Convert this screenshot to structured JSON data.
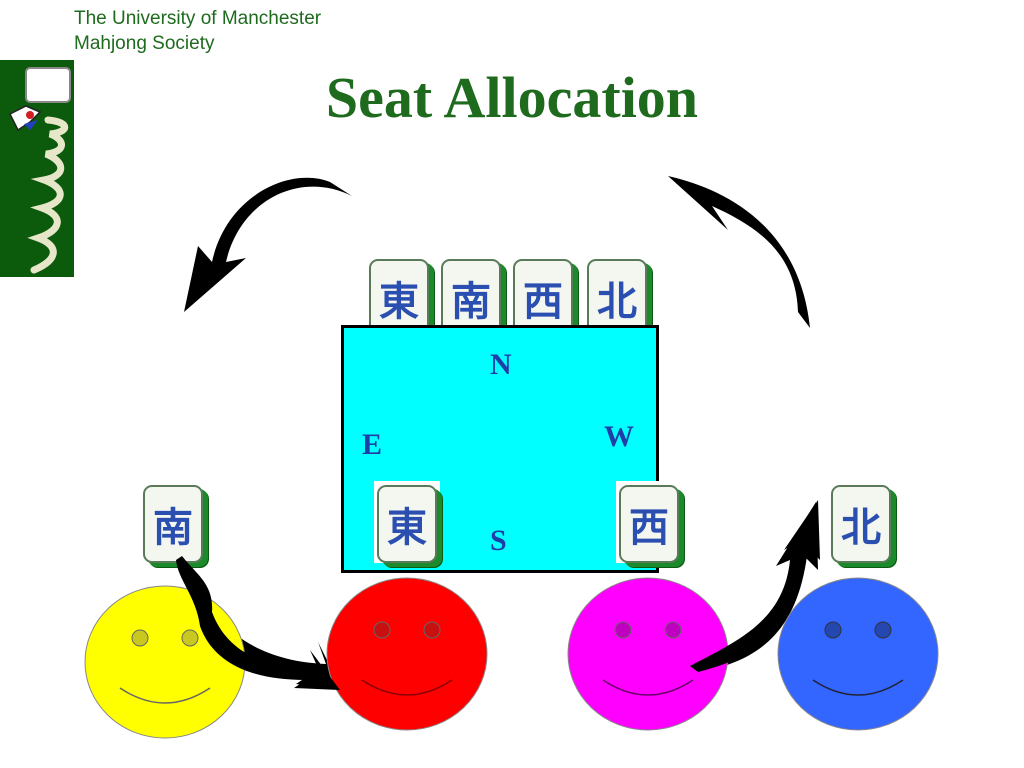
{
  "header": {
    "line1": "The University of Manchester",
    "line2": "Mahjong Society"
  },
  "title": "Seat Allocation",
  "table": {
    "color": "#00ffff",
    "seats": {
      "north": "N",
      "east": "E",
      "west": "W",
      "south": "S"
    }
  },
  "tiles_top": [
    "東",
    "南",
    "西",
    "北"
  ],
  "tiles_on_table": {
    "left": "東",
    "right": "西"
  },
  "tiles_players": {
    "left": "南",
    "right": "北"
  },
  "players": [
    {
      "color": "#ffff00",
      "eye": "#c8c820"
    },
    {
      "color": "#ff0000",
      "eye": "#c81010"
    },
    {
      "color": "#ff00ff",
      "eye": "#c000c0"
    },
    {
      "color": "#3366ff",
      "eye": "#2448b0"
    }
  ],
  "colors": {
    "title": "#1e6b1e",
    "seat_letters": "#1f3fa8",
    "logo_bg": "#0c5a0c"
  }
}
